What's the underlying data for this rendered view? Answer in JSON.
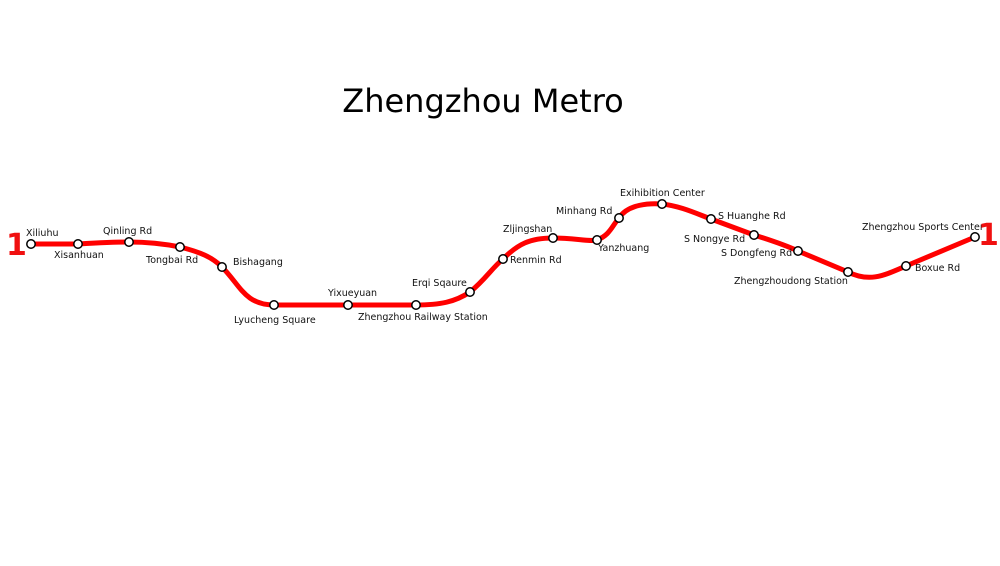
{
  "title": "Zhengzhou Metro",
  "line": {
    "name": "1",
    "color": "#ff0000"
  },
  "stations": [
    "Xiliuhu",
    "Xisanhuan",
    "Qinling Rd",
    "Tongbai Rd",
    "Bishagang",
    "Lyucheng Square",
    "Yixueyuan",
    "Zhengzhou Railway Station",
    "Erqi Sqaure",
    "Renmin Rd",
    "Zljingshan",
    "Yanzhuang",
    "Minhang Rd",
    "Exihibition Center",
    "S Huanghe Rd",
    "S Nongye Rd",
    "S Dongfeng Rd",
    "Zhengzhoudong Station",
    "Boxue Rd",
    "Zhengzhou Sports Center"
  ]
}
